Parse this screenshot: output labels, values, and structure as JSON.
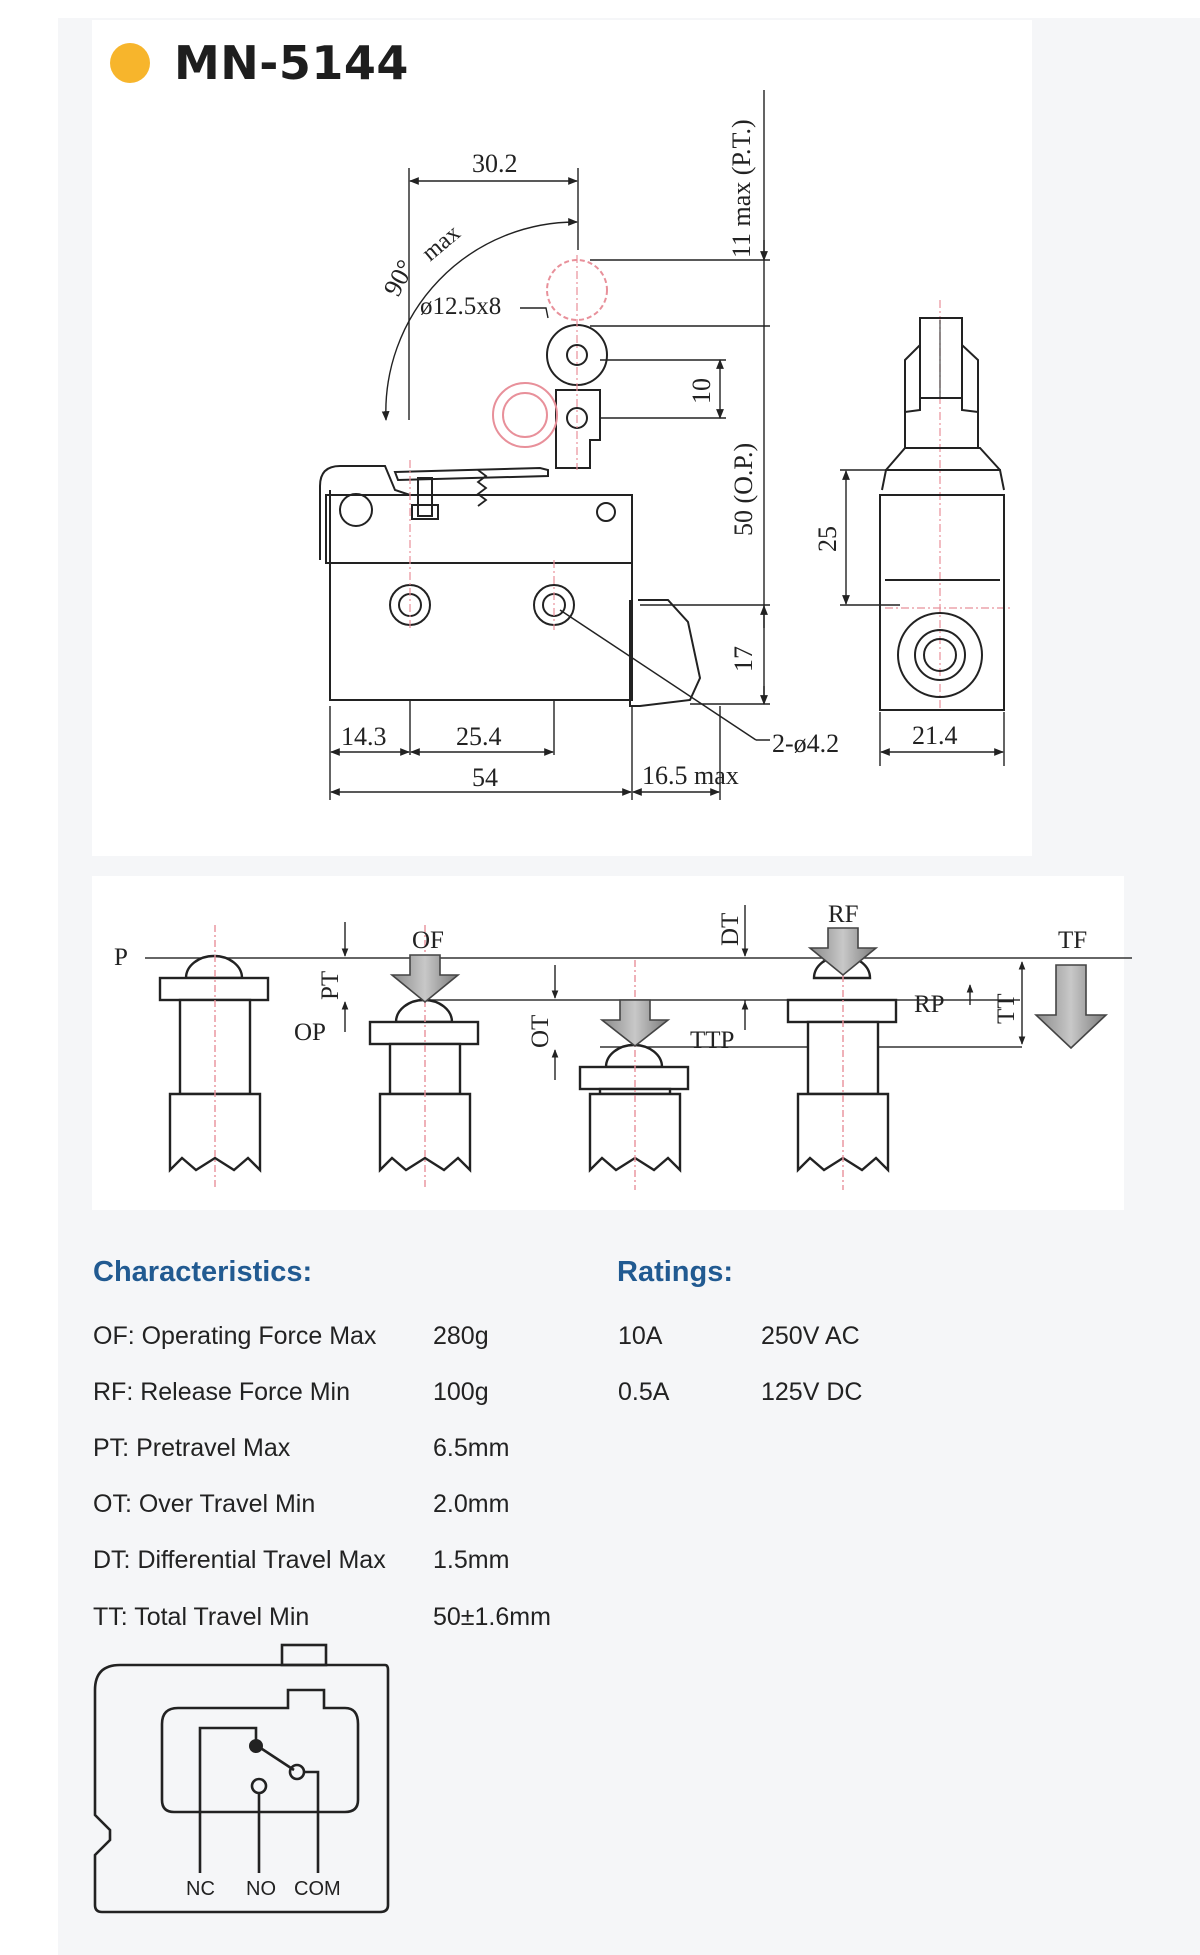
{
  "title": "MN-5144",
  "colors": {
    "accent_dot": "#f7b52c",
    "heading": "#215a91",
    "pink": "#e8909a"
  },
  "drawing": {
    "dimensions": {
      "width_top": "30.2",
      "angle": "90°",
      "angle_max": "max",
      "roller": "ø12.5x8",
      "pt_max": "11 max (P.T.)",
      "dim_10": "10",
      "op": "50 (O.P.)",
      "dim_25": "25",
      "dim_17": "17",
      "dim_14_3": "14.3",
      "dim_25_4": "25.4",
      "dim_54": "54",
      "dim_16_5": "16.5 max",
      "holes": "2-ø4.2",
      "dim_21_4": "21.4"
    }
  },
  "travel": {
    "labels": {
      "p": "P",
      "op": "OP",
      "pt": "PT",
      "of": "OF",
      "ot": "OT",
      "ttp": "TTP",
      "dt": "DT",
      "rf": "RF",
      "rp": "RP",
      "tt": "TT",
      "tf": "TF"
    }
  },
  "characteristics": {
    "heading": "Characteristics:",
    "rows": [
      {
        "label": "OF: Operating Force Max",
        "value": "280g"
      },
      {
        "label": "RF: Release Force Min",
        "value": "100g"
      },
      {
        "label": "PT: Pretravel Max",
        "value": "6.5mm"
      },
      {
        "label": "OT: Over Travel Min",
        "value": "2.0mm"
      },
      {
        "label": "DT: Differential Travel Max",
        "value": "1.5mm"
      },
      {
        "label": "TT: Total Travel Min",
        "value": "50±1.6mm"
      }
    ]
  },
  "ratings": {
    "heading": "Ratings:",
    "rows": [
      {
        "current": "10A",
        "voltage": "250V AC"
      },
      {
        "current": "0.5A",
        "voltage": "125V DC"
      }
    ]
  },
  "circuit": {
    "nc": "NC",
    "no": "NO",
    "com": "COM"
  }
}
